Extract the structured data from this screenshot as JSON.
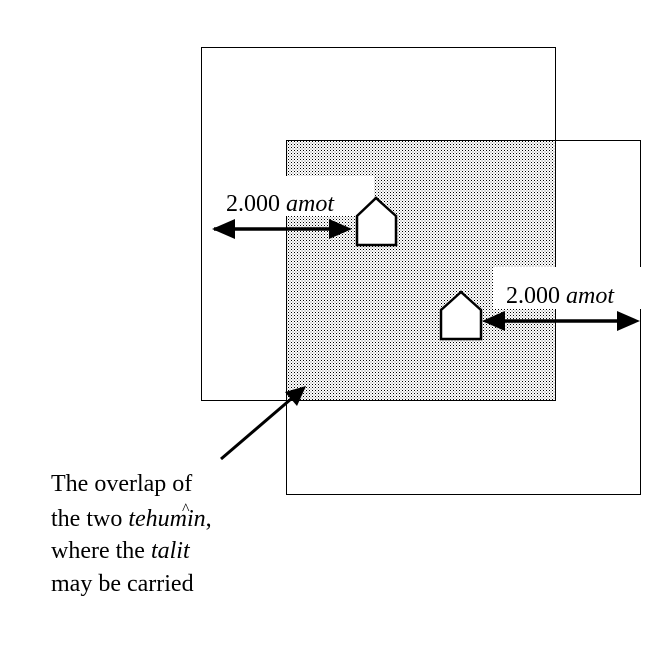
{
  "diagram": {
    "label_left_number": "2.000",
    "label_left_unit": "amot",
    "label_right_number": "2.000",
    "label_right_unit": "amot",
    "caption": {
      "line1": "The overlap of",
      "line2_prefix": "the two ",
      "line2_italic": "tehumin",
      "line2_suffix": ",",
      "line2_accent": "^",
      "line3_prefix": "where the ",
      "line3_italic": "talit",
      "line4": "may be carried"
    },
    "colors": {
      "line": "#000000",
      "overlap_dots": "#000000",
      "background": "#ffffff"
    }
  }
}
